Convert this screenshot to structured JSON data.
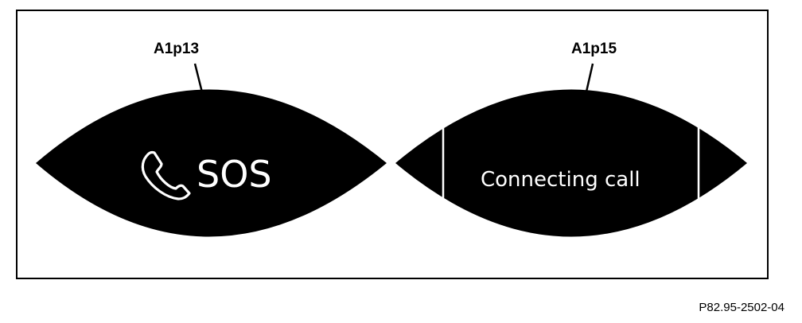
{
  "labels": {
    "left_callout": "A1p13",
    "right_callout": "A1p15",
    "figure_ref": "P82.95-2502-04"
  },
  "left_display": {
    "text": "SOS",
    "icon": "phone-handset-icon"
  },
  "right_display": {
    "text": "Connecting call"
  },
  "colors": {
    "display_fill": "#000000",
    "display_text": "#ffffff",
    "frame": "#000000",
    "background": "#ffffff"
  }
}
